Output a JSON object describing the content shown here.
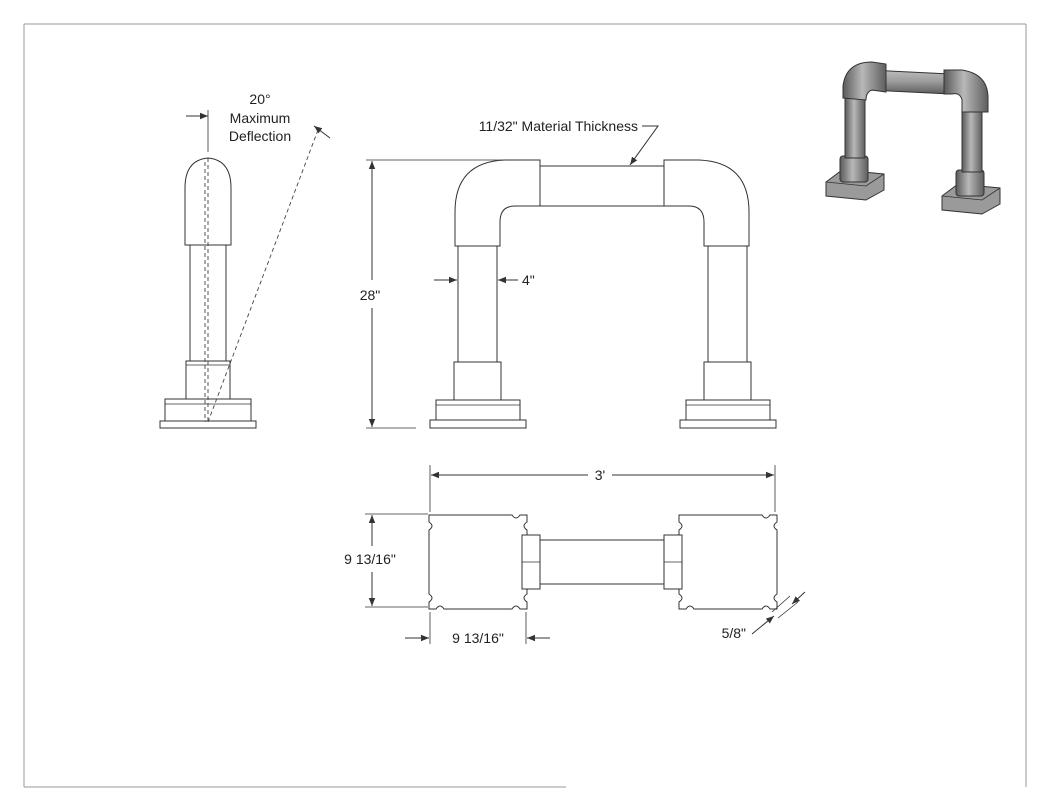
{
  "labels": {
    "deflection_angle": "20°",
    "deflection_line1": "Maximum",
    "deflection_line2": "Deflection",
    "material_thickness": "11/32\" Material Thickness",
    "post_diameter": "4\"",
    "height": "28\"",
    "width": "3'",
    "base_depth": "9 13/16\"",
    "base_width": "9 13/16\"",
    "base_thickness": "5/8\""
  },
  "colors": {
    "line": "#333333",
    "render_fill": "#8c8c8c",
    "render_dark": "#4a4a4a"
  }
}
